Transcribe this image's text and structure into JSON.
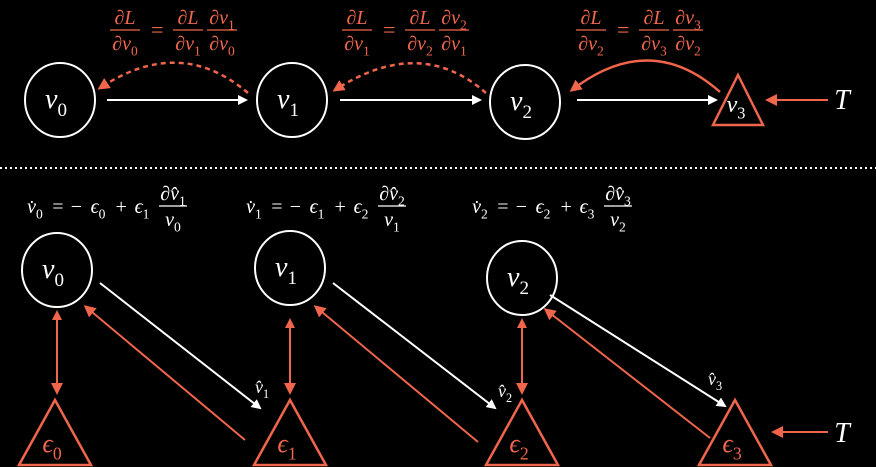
{
  "colors": {
    "background": "#000000",
    "forward": "#ffffff",
    "error": "#f0664c"
  },
  "top": {
    "nodes": [
      {
        "base": "v",
        "sub": "0"
      },
      {
        "base": "v",
        "sub": "1"
      },
      {
        "base": "v",
        "sub": "2"
      },
      {
        "base": "v",
        "sub": "3"
      }
    ],
    "target": "T",
    "gradients": [
      {
        "lhs_num": "∂L",
        "lhs_den": {
          "base": "∂v",
          "sub": "0"
        },
        "eq": "=",
        "r1_num": "∂L",
        "r1_den": {
          "base": "∂v",
          "sub": "1"
        },
        "r2_num": {
          "base": "∂v",
          "sub": "1"
        },
        "r2_den": {
          "base": "∂v",
          "sub": "0"
        }
      },
      {
        "lhs_num": "∂L",
        "lhs_den": {
          "base": "∂v",
          "sub": "1"
        },
        "eq": "=",
        "r1_num": "∂L",
        "r1_den": {
          "base": "∂v",
          "sub": "2"
        },
        "r2_num": {
          "base": "∂v",
          "sub": "2"
        },
        "r2_den": {
          "base": "∂v",
          "sub": "1"
        }
      },
      {
        "lhs_num": "∂L",
        "lhs_den": {
          "base": "∂v",
          "sub": "2"
        },
        "eq": "=",
        "r1_num": "∂L",
        "r1_den": {
          "base": "∂v",
          "sub": "3"
        },
        "r2_num": {
          "base": "∂v",
          "sub": "3"
        },
        "r2_den": {
          "base": "∂v",
          "sub": "2"
        }
      }
    ]
  },
  "bottom": {
    "nodes": [
      {
        "base": "v",
        "sub": "0"
      },
      {
        "base": "v",
        "sub": "1"
      },
      {
        "base": "v",
        "sub": "2"
      }
    ],
    "errors": [
      {
        "base": "ϵ",
        "sub": "0"
      },
      {
        "base": "ϵ",
        "sub": "1"
      },
      {
        "base": "ϵ",
        "sub": "2"
      },
      {
        "base": "ϵ",
        "sub": "3"
      }
    ],
    "predictions": [
      {
        "base": "v̂",
        "sub": "1"
      },
      {
        "base": "v̂",
        "sub": "2"
      },
      {
        "base": "v̂",
        "sub": "3"
      }
    ],
    "target": "T",
    "equations": [
      {
        "lhs": {
          "base": "v̇",
          "sub": "0"
        },
        "op1": "= −",
        "t1": {
          "base": "ϵ",
          "sub": "0"
        },
        "op2": "+",
        "t2": {
          "base": "ϵ",
          "sub": "1"
        },
        "num": {
          "base": "∂v̂",
          "sub": "1"
        },
        "den": {
          "base": "v",
          "sub": "0"
        }
      },
      {
        "lhs": {
          "base": "v̇",
          "sub": "1"
        },
        "op1": "= −",
        "t1": {
          "base": "ϵ",
          "sub": "1"
        },
        "op2": "+",
        "t2": {
          "base": "ϵ",
          "sub": "2"
        },
        "num": {
          "base": "∂v̂",
          "sub": "2"
        },
        "den": {
          "base": "v",
          "sub": "1"
        }
      },
      {
        "lhs": {
          "base": "v̇",
          "sub": "2"
        },
        "op1": "= −",
        "t1": {
          "base": "ϵ",
          "sub": "2"
        },
        "op2": "+",
        "t2": {
          "base": "ϵ",
          "sub": "3"
        },
        "num": {
          "base": "∂v̂",
          "sub": "3"
        },
        "den": {
          "base": "v",
          "sub": "2"
        }
      }
    ]
  }
}
